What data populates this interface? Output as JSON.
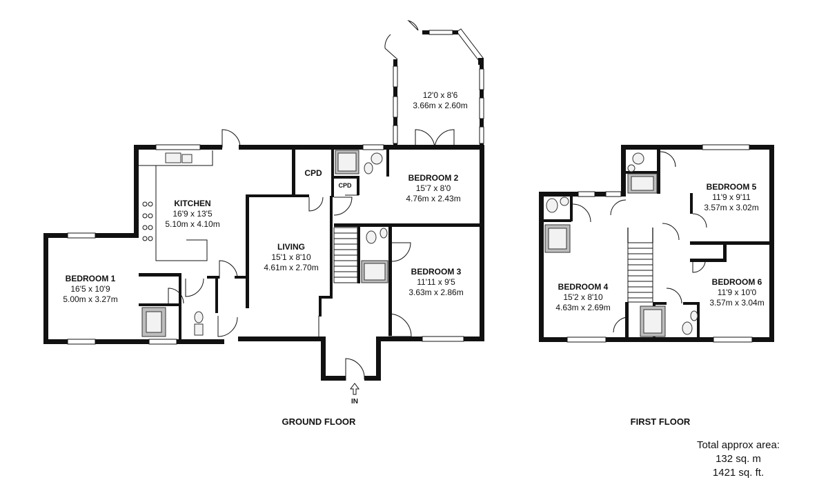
{
  "floors": {
    "ground": {
      "label": "GROUND FLOOR",
      "entrance": "IN",
      "rooms": {
        "kitchen": {
          "name": "KITCHEN",
          "imperial": "16'9 x 13'5",
          "metric": "5.10m x 4.10m"
        },
        "bedroom1": {
          "name": "BEDROOM 1",
          "imperial": "16'5 x 10'9",
          "metric": "5.00m x 3.27m"
        },
        "living": {
          "name": "LIVING",
          "imperial": "15'1 x 8'10",
          "metric": "4.61m x 2.70m"
        },
        "conservatory": {
          "imperial": "12'0 x 8'6",
          "metric": "3.66m x 2.60m"
        },
        "bedroom2": {
          "name": "BEDROOM 2",
          "imperial": "15'7 x 8'0",
          "metric": "4.76m x 2.43m"
        },
        "bedroom3": {
          "name": "BEDROOM 3",
          "imperial": "11'11 x 9'5",
          "metric": "3.63m x 2.86m"
        },
        "cpd_large": {
          "name": "CPD"
        },
        "cpd_small": {
          "name": "CPD"
        }
      }
    },
    "first": {
      "label": "FIRST FLOOR",
      "rooms": {
        "bedroom4": {
          "name": "BEDROOM 4",
          "imperial": "15'2 x 8'10",
          "metric": "4.63m x 2.69m"
        },
        "bedroom5": {
          "name": "BEDROOM 5",
          "imperial": "11'9 x 9'11",
          "metric": "3.57m x 3.02m"
        },
        "bedroom6": {
          "name": "BEDROOM 6",
          "imperial": "11'9 x 10'0",
          "metric": "3.57m x 3.04m"
        }
      }
    }
  },
  "total_area": {
    "title": "Total approx area:",
    "metric": "132 sq. m",
    "imperial": "1421 sq. ft."
  }
}
